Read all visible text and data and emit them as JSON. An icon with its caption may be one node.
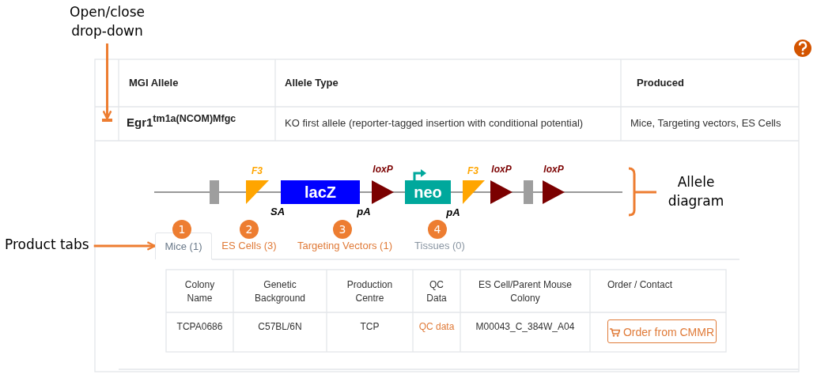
{
  "diagram": {
    "nodes": [
      {
        "text": [
          "Open/close drop-down"
        ]
      },
      {
        "text": [],
        "shape": "bar"
      },
      {
        "text": [
          "Product tabs"
        ]
      },
      {
        "text": [
          "Mice (1)"
        ]
      },
      {
        "text": [
          "ES Cells (3)"
        ]
      },
      {
        "text": [
          "Targeting Vectors (1)"
        ]
      },
      {
        "text": [
          "Tissues (0)"
        ]
      },
      {
        "text": [
          "lacZ"
        ]
      },
      {
        "text": [
          "neo"
        ]
      },
      {
        "text": [
          "Order from CMMR"
        ]
      }
    ],
    "edges": [
      {
        "from": 0,
        "to": 1,
        "arrow": "to"
      },
      {
        "from": 2,
        "to": 3,
        "arrow": "to"
      }
    ],
    "labels": [
      "MGI Allele",
      "Allele Type",
      "Produced",
      "Egr1$^{tm1a(NCOM)Mfgc}$",
      "KO first allele (reporter-tagged insertion with conditional potential)",
      "Mice, Targeting vectors, ES Cells",
      "F3",
      "loxP",
      "F3",
      "loxP",
      "loxP",
      "SA",
      "pA",
      "pA",
      "Allele diagram",
      "1",
      "2",
      "3",
      "4",
      "Colony Name",
      "Genetic Background",
      "Production Centre",
      "QC Data",
      "ES Cell/Parent Mouse Colony",
      "Order / Contact",
      "TCPA0686",
      "C57BL/6N",
      "TCP",
      "QC data",
      "M00043_C_384W_A04"
    ]
  }
}
